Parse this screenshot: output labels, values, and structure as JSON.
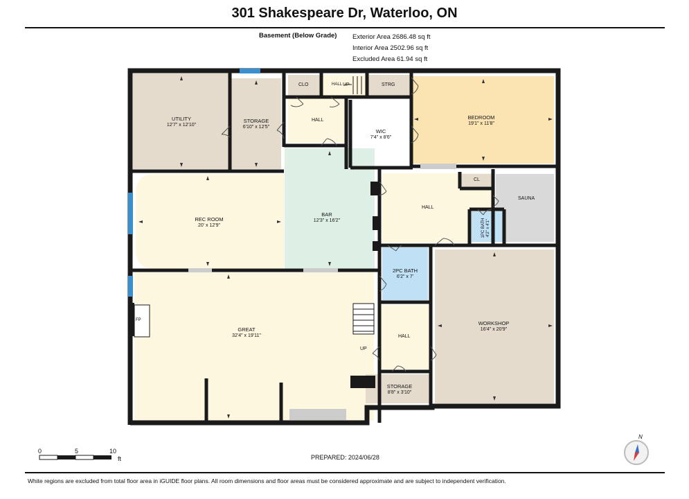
{
  "header": {
    "title": "301 Shakespeare Dr, Waterloo, ON",
    "floor_label": "Basement (Below Grade)",
    "exterior_area": "Exterior Area 2686.48 sq ft",
    "interior_area": "Interior Area 2502.96 sq ft",
    "excluded_area": "Excluded Area 61.94 sq ft"
  },
  "rooms": {
    "utility": {
      "name": "UTILITY",
      "dims": "12'7\" x 12'10\""
    },
    "storage_top": {
      "name": "STORAGE",
      "dims": "6'10\" x 12'5\""
    },
    "clo": {
      "name": "CLO"
    },
    "hall_up": {
      "name": "HALL",
      "up": "UP"
    },
    "strg": {
      "name": "STRG"
    },
    "bedroom": {
      "name": "BEDROOM",
      "dims": "19'1\" x 11'8\""
    },
    "hall_top": {
      "name": "HALL"
    },
    "wic": {
      "name": "WIC",
      "dims": "7'4\" x 8'6\""
    },
    "cl": {
      "name": "CL"
    },
    "sauna": {
      "name": "SAUNA"
    },
    "rec_room": {
      "name": "REC ROOM",
      "dims": "20' x 12'9\""
    },
    "bar": {
      "name": "BAR",
      "dims": "12'3\" x 16'2\""
    },
    "hall_mid": {
      "name": "HALL"
    },
    "bath1": {
      "name": "1PC BATH",
      "dims": "4'2\" x 4'1\""
    },
    "bath2": {
      "name": "2PC BATH",
      "dims": "6'2\" x 7'"
    },
    "great": {
      "name": "GREAT",
      "dims": "32'4\" x 19'11\""
    },
    "fp": {
      "name": "FP"
    },
    "up_stair": {
      "name": "UP"
    },
    "hall_low": {
      "name": "HALL"
    },
    "workshop": {
      "name": "WORKSHOP",
      "dims": "16'4\" x 20'9\""
    },
    "storage_low": {
      "name": "STORAGE",
      "dims": "8'8\" x 3'10\""
    }
  },
  "scale_bar": {
    "ticks": [
      "0",
      "5",
      "10"
    ],
    "unit": "ft"
  },
  "compass": {
    "label": "N"
  },
  "prepared": "PREPARED: 2024/06/28",
  "footer": "White regions are excluded from total floor area in iGUIDE floor plans. All room dimensions and floor areas must be considered approximate and are subject to independent verification.",
  "colors": {
    "wall": "#1a1a1a",
    "tan": "#e4dbcd",
    "cream": "#fdf7e0",
    "mint": "#deefe6",
    "peach": "#fbe3b2",
    "blue": "#bfe0f5",
    "grey": "#d9d9d9",
    "window": "#3a8fd0"
  }
}
